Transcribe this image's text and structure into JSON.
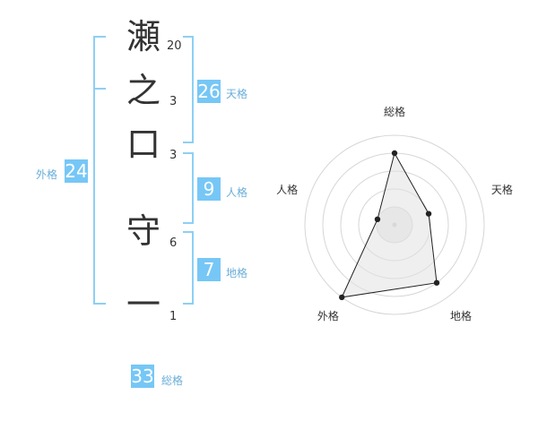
{
  "name": {
    "chars": [
      {
        "char": "瀬",
        "strokes": "20"
      },
      {
        "char": "之",
        "strokes": "3"
      },
      {
        "char": "口",
        "strokes": "3"
      },
      {
        "char": "守",
        "strokes": "6"
      },
      {
        "char": "一",
        "strokes": "1"
      }
    ]
  },
  "kaku": {
    "tenkaku": {
      "value": "26",
      "label": "天格"
    },
    "jinkaku": {
      "value": "9",
      "label": "人格"
    },
    "chikaku": {
      "value": "7",
      "label": "地格"
    },
    "gaikaku": {
      "value": "24",
      "label": "外格"
    },
    "soukaku": {
      "value": "33",
      "label": "総格"
    }
  },
  "colors": {
    "accent": "#76c7f6",
    "bracket": "#8ecff5",
    "text": "#333333"
  },
  "chart_data": {
    "type": "radar",
    "axes": [
      "総格",
      "天格",
      "地格",
      "外格",
      "人格"
    ],
    "values": [
      4,
      2,
      4,
      5,
      1
    ],
    "max": 5,
    "rings": 5
  }
}
